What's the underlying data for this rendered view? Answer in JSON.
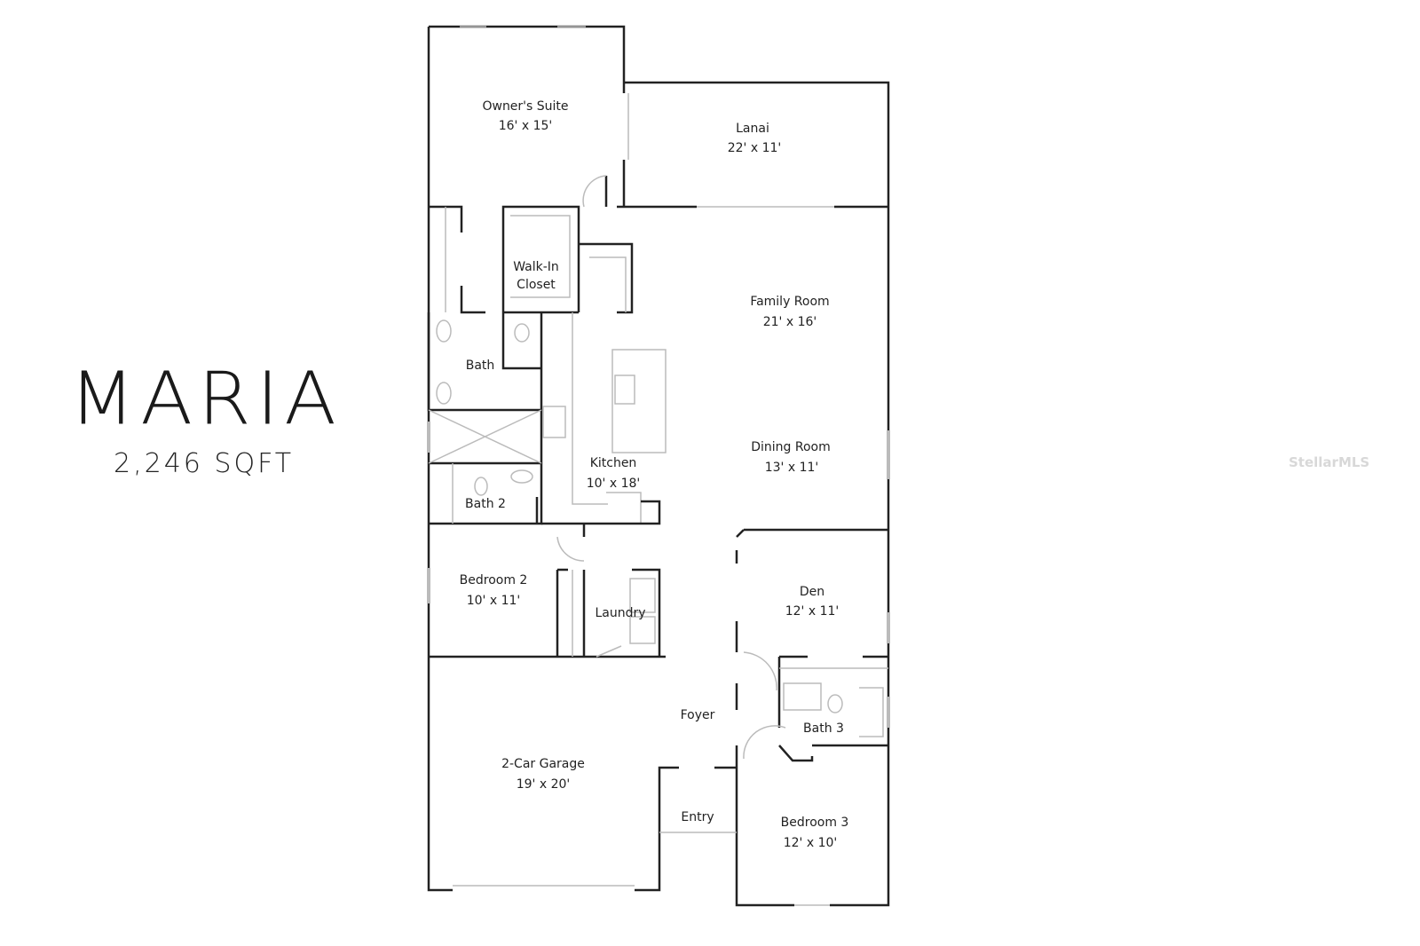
{
  "plan": {
    "name": "MARIA",
    "area": "2,246 SQFT",
    "watermark": "StellarMLS"
  },
  "rooms": {
    "owners_suite": {
      "name": "Owner's Suite",
      "size": "16' x 15'"
    },
    "lanai": {
      "name": "Lanai",
      "size": "22' x 11'"
    },
    "walk_in_closet": {
      "name": "Walk-In",
      "name2": "Closet"
    },
    "family_room": {
      "name": "Family Room",
      "size": "21' x 16'"
    },
    "bath": {
      "name": "Bath"
    },
    "kitchen": {
      "name": "Kitchen",
      "size": "10' x 18'"
    },
    "dining_room": {
      "name": "Dining Room",
      "size": "13' x 11'"
    },
    "bath_2": {
      "name": "Bath 2"
    },
    "bedroom_2": {
      "name": "Bedroom 2",
      "size": "10' x 11'"
    },
    "laundry": {
      "name": "Laundry"
    },
    "den": {
      "name": "Den",
      "size": "12' x 11'"
    },
    "foyer": {
      "name": "Foyer"
    },
    "bath_3": {
      "name": "Bath 3"
    },
    "garage": {
      "name": "2-Car Garage",
      "size": "19' x 20'"
    },
    "entry": {
      "name": "Entry"
    },
    "bedroom_3": {
      "name": "Bedroom 3",
      "size": "12' x 10'"
    }
  }
}
